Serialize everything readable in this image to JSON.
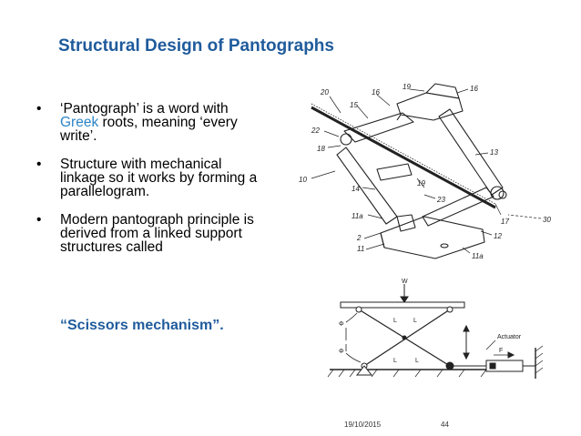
{
  "slide": {
    "title": "Structural Design of Pantographs",
    "bullet_symbol": "•",
    "bullets": [
      {
        "before": "‘Pantograph’ is a word with ",
        "highlight": "Greek",
        "after": " roots, meaning ‘every write’."
      },
      {
        "text": "Structure with mechanical linkage so it works by forming a parallelogram."
      },
      {
        "text": "Modern pantograph principle is derived from a linked support structures called"
      }
    ],
    "emphasis": "“Scissors mechanism”.",
    "footer": {
      "date": "19/10/2015",
      "page": "44"
    },
    "colors": {
      "title": "#1f5b9c",
      "highlight": "#2c84c6"
    }
  },
  "figure_top": {
    "labels": {
      "l20": "20",
      "l16a": "16",
      "l19a": "19",
      "l16b": "16",
      "l15": "15",
      "l22": "22",
      "l18": "18",
      "l13": "13",
      "l10": "10",
      "l14": "14",
      "l19b": "19",
      "l23": "23",
      "l11a_left": "11a",
      "l17": "17",
      "l30": "30",
      "l2": "2",
      "l11": "11",
      "l12": "12",
      "l11a_bottom": "11a"
    }
  },
  "figure_bottom": {
    "labels": {
      "w": "W",
      "phi_top": "Φ",
      "phi_bottom": "Φ",
      "l_tl": "L",
      "l_tr": "L",
      "l_bl": "L",
      "l_br": "L",
      "actuator": "Actuator",
      "f": "F"
    }
  }
}
